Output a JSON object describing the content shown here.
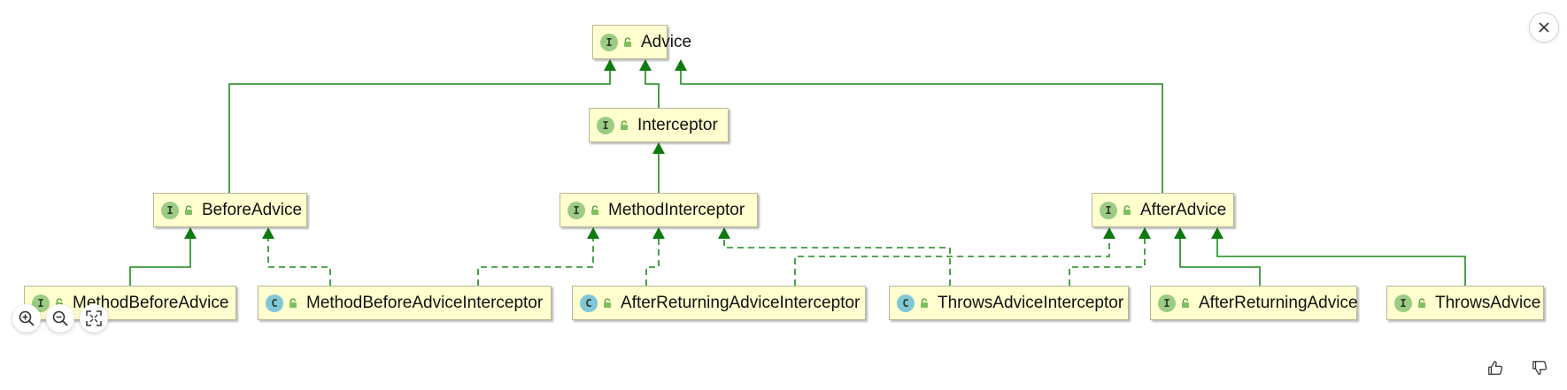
{
  "diagram": {
    "nodes": [
      {
        "id": "advice",
        "label": "Advice",
        "kind": "I"
      },
      {
        "id": "interceptor",
        "label": "Interceptor",
        "kind": "I"
      },
      {
        "id": "before_advice",
        "label": "BeforeAdvice",
        "kind": "I"
      },
      {
        "id": "method_interceptor",
        "label": "MethodInterceptor",
        "kind": "I"
      },
      {
        "id": "after_advice",
        "label": "AfterAdvice",
        "kind": "I"
      },
      {
        "id": "method_before_advice",
        "label": "MethodBeforeAdvice",
        "kind": "I"
      },
      {
        "id": "method_before_advice_interceptor",
        "label": "MethodBeforeAdviceInterceptor",
        "kind": "C"
      },
      {
        "id": "after_returning_advice_interceptor",
        "label": "AfterReturningAdviceInterceptor",
        "kind": "C"
      },
      {
        "id": "throws_advice_interceptor",
        "label": "ThrowsAdviceInterceptor",
        "kind": "C"
      },
      {
        "id": "after_returning_advice",
        "label": "AfterReturningAdvice",
        "kind": "I"
      },
      {
        "id": "throws_advice",
        "label": "ThrowsAdvice",
        "kind": "I"
      }
    ],
    "edges": [
      {
        "from": "before_advice",
        "to": "advice",
        "style": "solid"
      },
      {
        "from": "interceptor",
        "to": "advice",
        "style": "solid"
      },
      {
        "from": "after_advice",
        "to": "advice",
        "style": "solid"
      },
      {
        "from": "method_interceptor",
        "to": "interceptor",
        "style": "solid"
      },
      {
        "from": "method_before_advice",
        "to": "before_advice",
        "style": "solid"
      },
      {
        "from": "method_before_advice_interceptor",
        "to": "before_advice",
        "style": "dashed"
      },
      {
        "from": "method_before_advice_interceptor",
        "to": "method_interceptor",
        "style": "dashed"
      },
      {
        "from": "after_returning_advice_interceptor",
        "to": "method_interceptor",
        "style": "dashed"
      },
      {
        "from": "throws_advice_interceptor",
        "to": "method_interceptor",
        "style": "dashed"
      },
      {
        "from": "after_returning_advice_interceptor",
        "to": "after_advice",
        "style": "dashed"
      },
      {
        "from": "throws_advice_interceptor",
        "to": "after_advice",
        "style": "dashed"
      },
      {
        "from": "after_returning_advice",
        "to": "after_advice",
        "style": "solid"
      },
      {
        "from": "throws_advice",
        "to": "after_advice",
        "style": "solid"
      }
    ]
  },
  "colors": {
    "node_fill": "#ffffcf",
    "edge": "#1e8a1e",
    "interface_badge": "#9ccc84",
    "class_badge": "#7fc7d8"
  },
  "toolbar": {
    "zoom_in_icon": "zoom-in-icon",
    "zoom_out_icon": "zoom-out-icon",
    "fit_icon": "fit-screen-icon"
  },
  "feedback": {
    "like_icon": "thumbs-up-icon",
    "dislike_icon": "thumbs-down-icon"
  },
  "close_icon": "close-icon"
}
